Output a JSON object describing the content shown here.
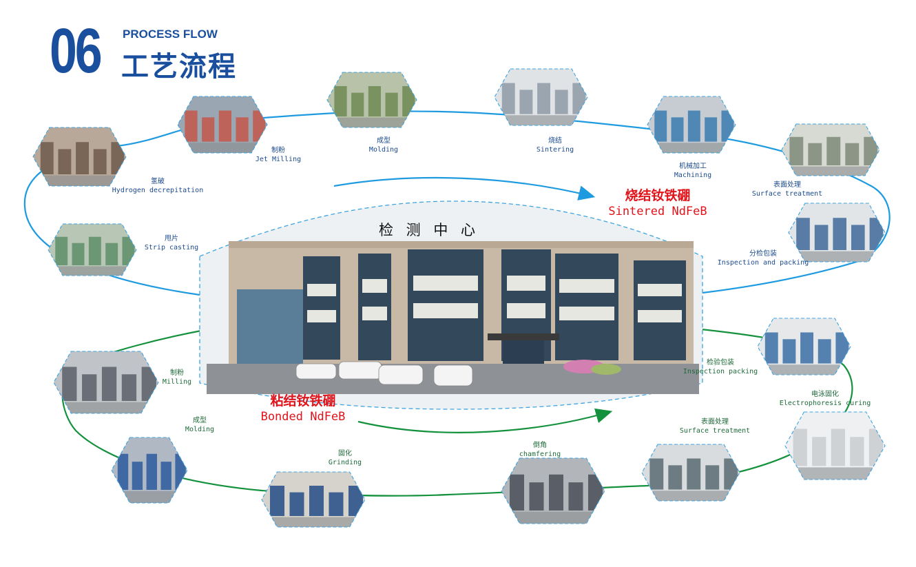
{
  "header": {
    "number": "06",
    "title_en": "PROCESS FLOW",
    "title_cn": "工艺流程"
  },
  "sintered": {
    "title_cn": "烧结钕铁硼",
    "title_en": "Sintered NdFeB",
    "steps": [
      {
        "cn": "氢破",
        "en": "Hydrogen decrepitation"
      },
      {
        "cn": "制粉",
        "en": "Jet Milling"
      },
      {
        "cn": "成型",
        "en": "Molding"
      },
      {
        "cn": "烧结",
        "en": "Sintering"
      },
      {
        "cn": "机械加工",
        "en": "Machining"
      },
      {
        "cn": "表面处理",
        "en": "Surface treatment"
      },
      {
        "cn": "分检包装",
        "en": "Inspection and packing"
      },
      {
        "cn": "甩片",
        "en": "Strip casting"
      }
    ]
  },
  "bonded": {
    "title_cn": "粘结钕铁硼",
    "title_en": "Bonded NdFeB",
    "steps": [
      {
        "cn": "制粉",
        "en": "Milling"
      },
      {
        "cn": "成型",
        "en": "Molding"
      },
      {
        "cn": "固化",
        "en": "Grinding"
      },
      {
        "cn": "倒角",
        "en": "chamfering"
      },
      {
        "cn": "表面处理",
        "en": "Surface treatment"
      },
      {
        "cn": "电泳固化",
        "en": "Electrophoresis curing"
      },
      {
        "cn": "检验包装",
        "en": "Inspection packing"
      }
    ]
  },
  "center": {
    "title": "检 测   中 心"
  },
  "colors": {
    "brand_blue": "#1a4f9e",
    "sintered_line": "#1e9be0",
    "bonded_line": "#14913c",
    "highlight_red": "#e1141b"
  }
}
